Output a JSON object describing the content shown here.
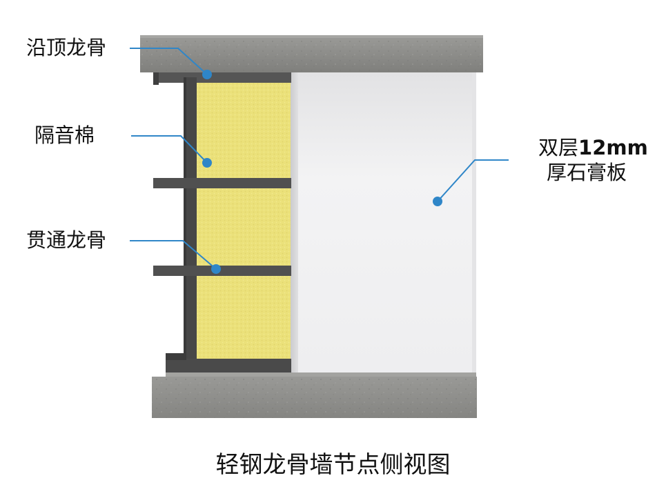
{
  "labels": {
    "top_track": "沿顶龙骨",
    "insulation": "隔音棉",
    "through_stud": "贯通龙骨",
    "board_line1_prefix": "双层",
    "board_line1_bold": "12mm",
    "board_line2": "厚石膏板"
  },
  "caption": "轻钢龙骨墙节点侧视图",
  "colors": {
    "concrete": "#8d8d8a",
    "steel": "#4a4a4a",
    "insulation": "#ece27a",
    "gypsum": "#ededee",
    "leader": "#2f86c8"
  }
}
